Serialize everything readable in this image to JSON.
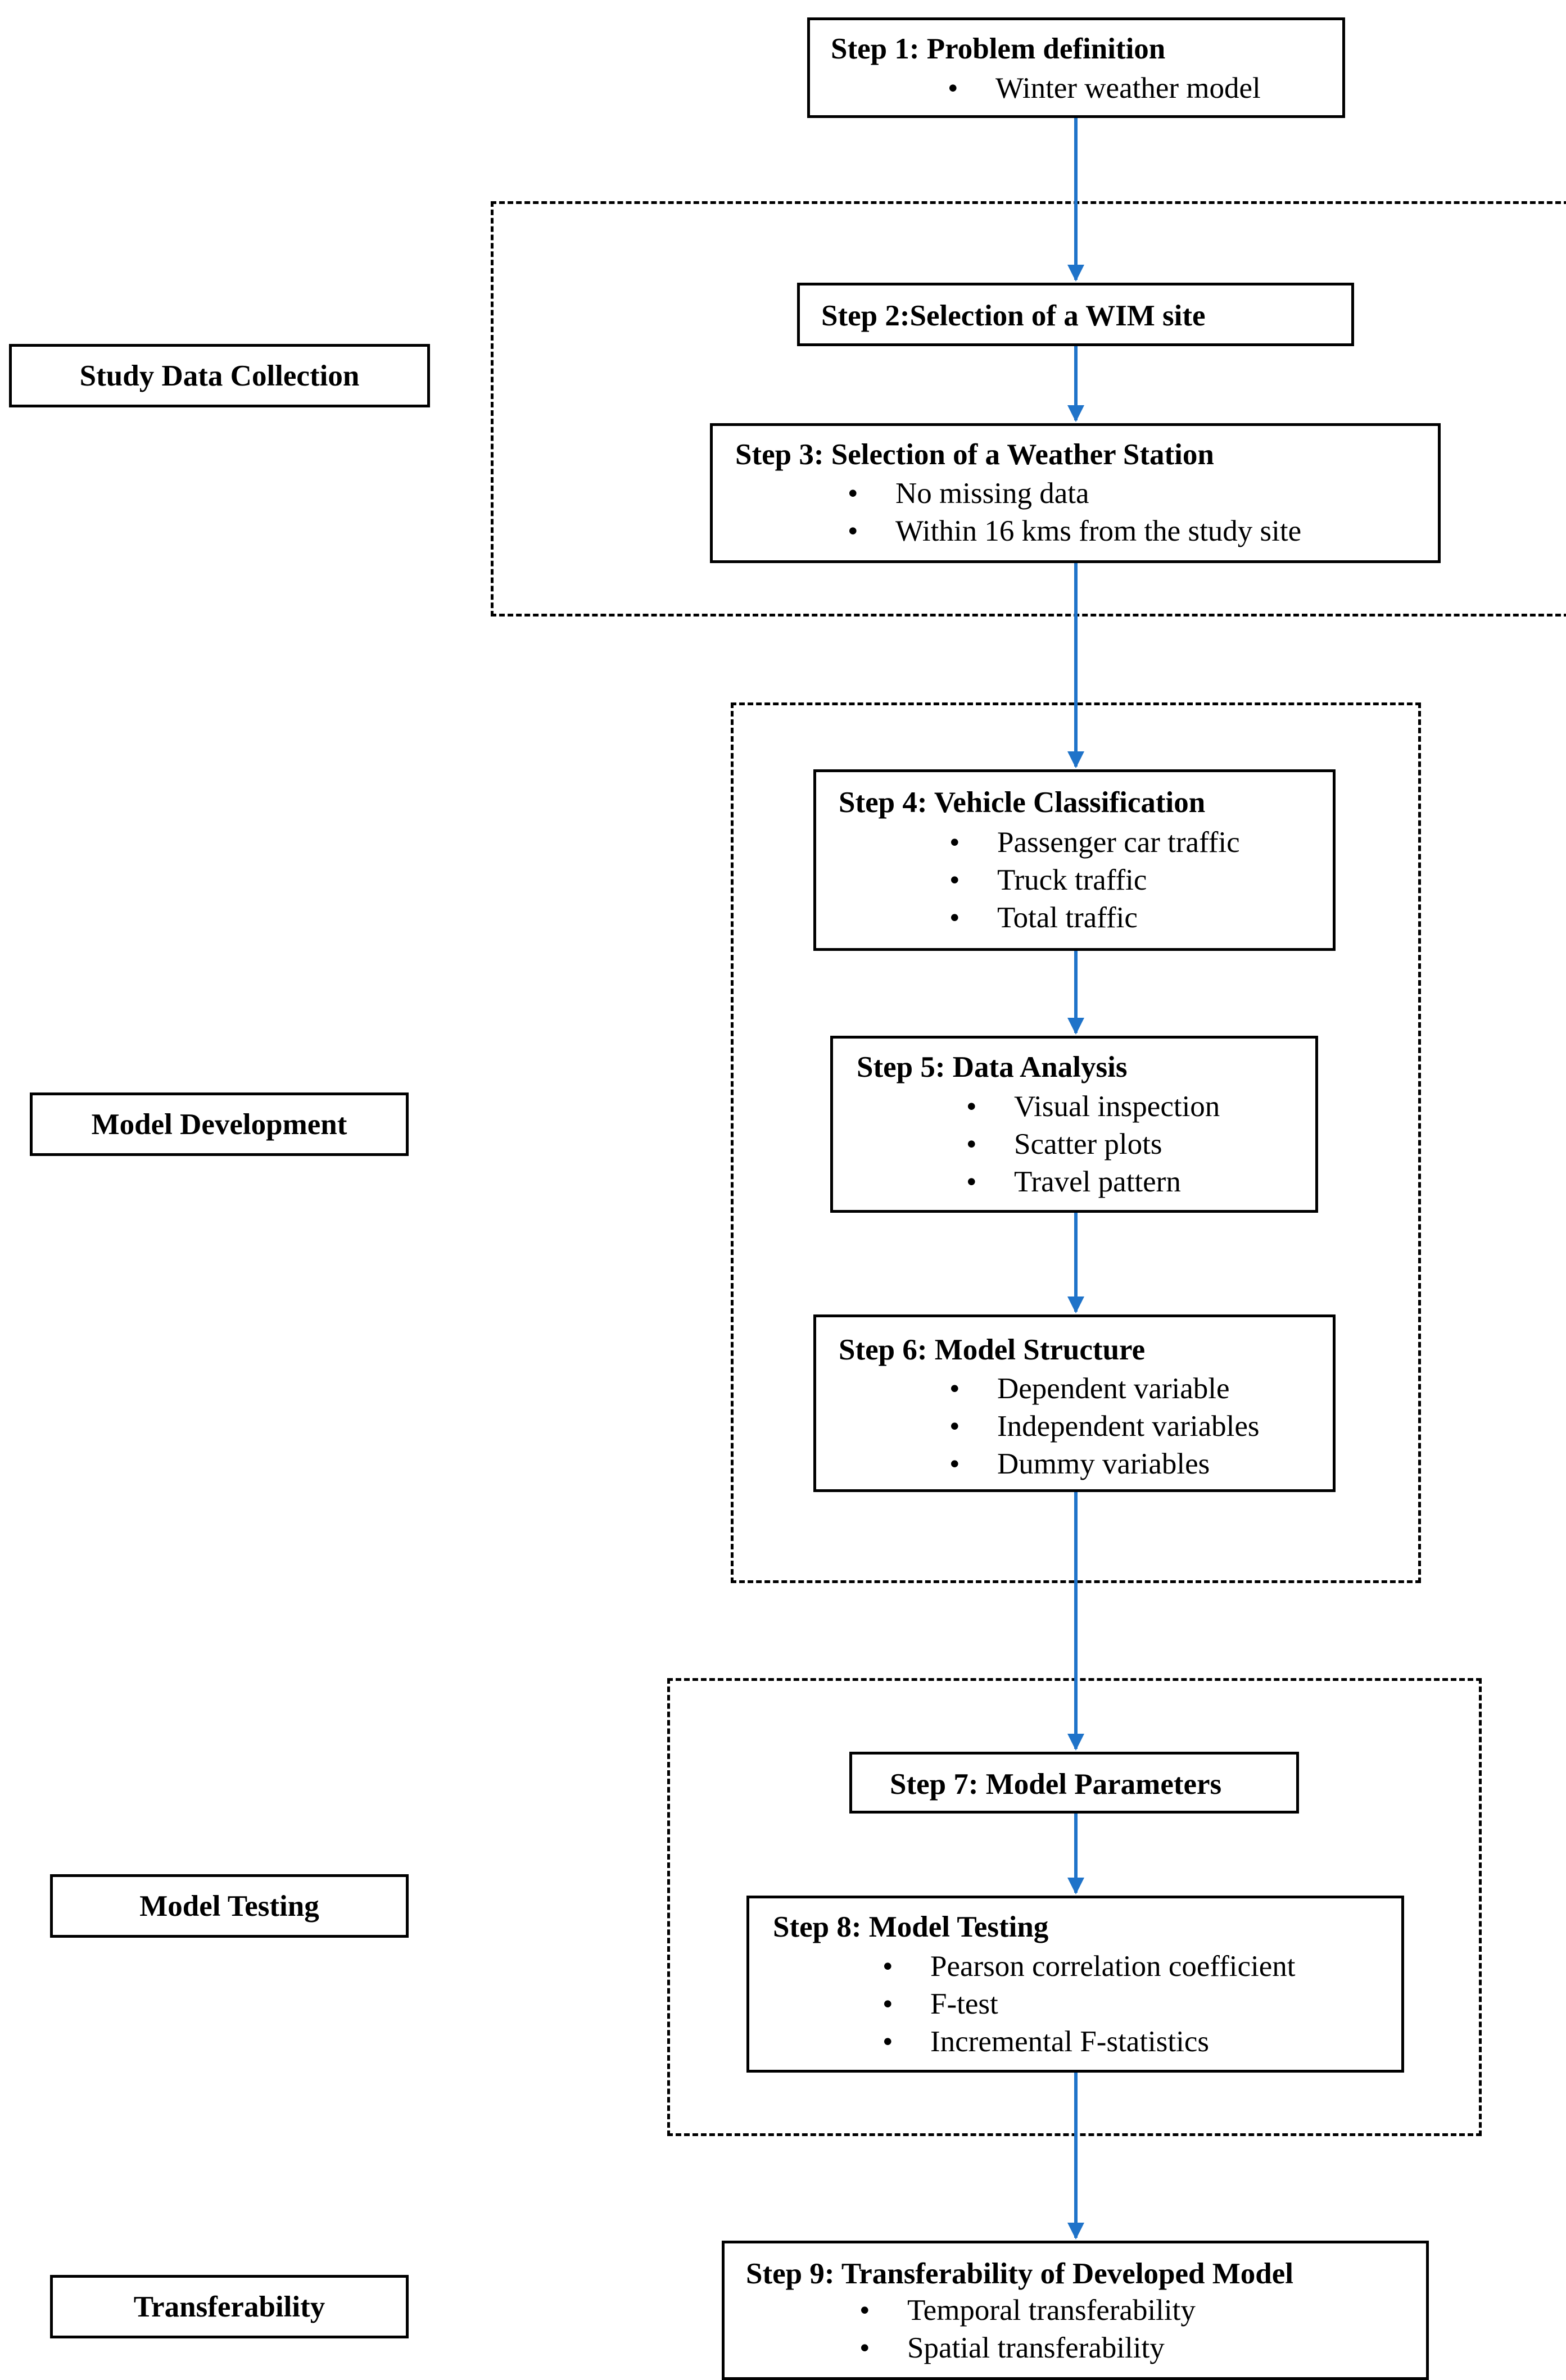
{
  "colors": {
    "arrow": "#1f73c9",
    "border": "#000000",
    "background": "#ffffff"
  },
  "labels": {
    "study_data_collection": "Study  Data Collection",
    "model_development": "Model Development",
    "model_testing": "Model Testing",
    "transferability": "Transferability"
  },
  "steps": [
    {
      "title": "Step 1: Problem definition",
      "bullets": [
        "Winter weather model"
      ]
    },
    {
      "title": "Step 2:Selection of a WIM site",
      "bullets": []
    },
    {
      "title": "Step 3: Selection of a Weather Station",
      "bullets": [
        "No missing data",
        "Within 16 kms from the study site"
      ]
    },
    {
      "title": "Step 4: Vehicle Classification",
      "bullets": [
        "Passenger car traffic",
        "Truck traffic",
        "Total traffic"
      ]
    },
    {
      "title": "Step 5: Data Analysis",
      "bullets": [
        "Visual inspection",
        "Scatter plots",
        "Travel pattern"
      ]
    },
    {
      "title": "Step 6: Model  Structure",
      "bullets": [
        "Dependent variable",
        "Independent variables",
        "Dummy  variables"
      ]
    },
    {
      "title": "Step 7: Model Parameters",
      "bullets": []
    },
    {
      "title": "Step 8: Model Testing",
      "bullets": [
        "Pearson correlation coefficient",
        "F-test",
        "Incremental F-statistics"
      ]
    },
    {
      "title": "Step 9: Transferability  of Developed  Model",
      "bullets": [
        "Temporal transferability",
        "Spatial transferability"
      ]
    }
  ]
}
